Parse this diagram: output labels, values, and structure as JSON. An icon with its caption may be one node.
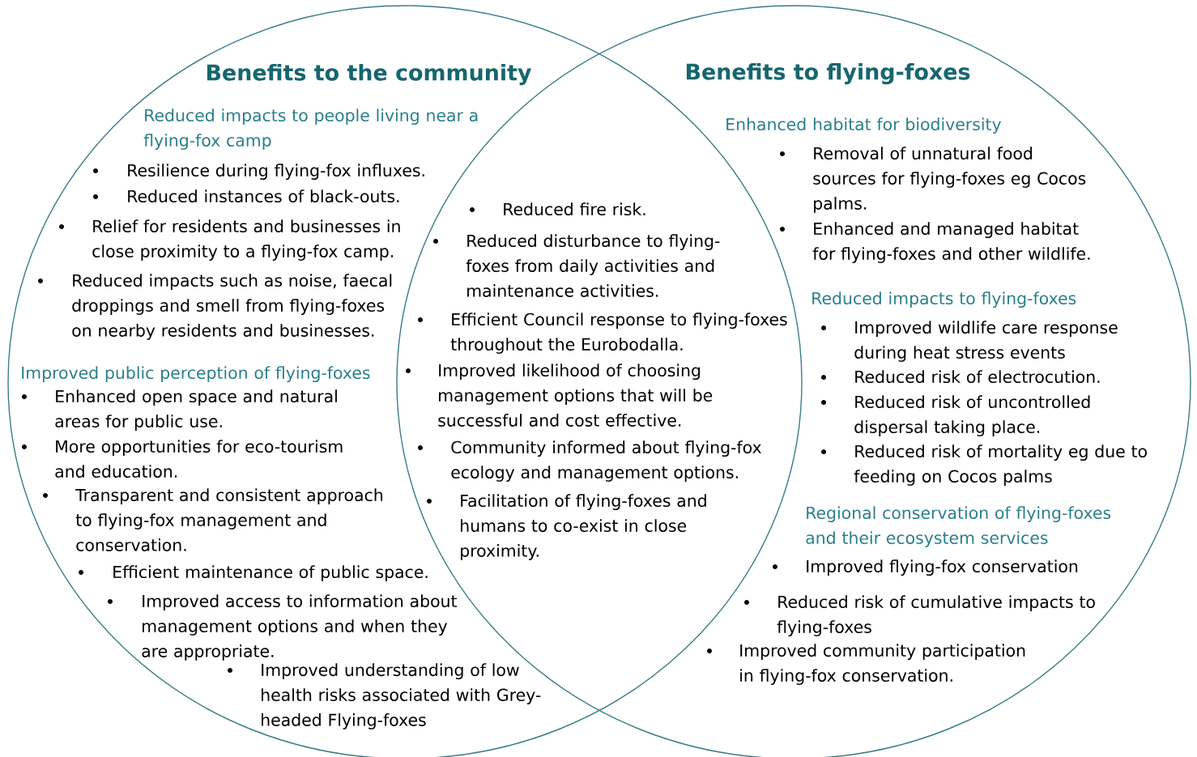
{
  "diagram": {
    "nodes": [
      {
        "text": [
          "Benefits to the community",
          "Reduced impacts to people living near a flying-fox camp",
          "Resilience during flying-fox influxes.",
          "Reduced instances of black-outs.",
          "Relief for residents and businesses in close proximity to a flying-fox camp.",
          "Reduced impacts such as noise, faecal droppings and smell from flying-foxes on nearby residents and businesses.",
          "Improved public perception of flying-foxes",
          "Enhanced open space and natural areas for public use.",
          "More opportunities for eco-tourism and education.",
          "Transparent and consistent approach to flying-fox management and conservation.",
          "Efficient maintenance of public space.",
          "Improved access to information about management options and when they are appropriate.",
          "Improved understanding of low health risks associated with Grey-headed Flying-foxes"
        ]
      },
      {
        "text": [
          "Benefits to flying-foxes",
          "Enhanced habitat for biodiversity",
          "Removal of unnatural food sources for flying-foxes eg Cocos palms.",
          "Enhanced and managed habitat for flying-foxes and other wildlife.",
          "Reduced impacts to flying-foxes",
          "Improved wildlife care response during heat stress events",
          "Reduced risk of electrocution.",
          "Reduced risk of uncontrolled dispersal taking place.",
          "Reduced risk of mortality eg due to feeding on Cocos palms",
          "Regional conservation of flying-foxes and their ecosystem services",
          "Improved flying-fox conservation",
          "Reduced risk of cumulative impacts to flying-foxes",
          "Improved community participation in flying-fox conservation."
        ]
      }
    ],
    "labels": [
      "Reduced fire risk.",
      "Reduced disturbance to flying-foxes from daily activities and maintenance activities.",
      "Efficient Council response to flying-foxes throughout the Eurobodalla.",
      "Improved likelihood of choosing management options that will be successful and cost effective.",
      "Community informed about flying-fox ecology and management options.",
      "Facilitation of flying-foxes and humans to co-exist in close proximity."
    ]
  }
}
